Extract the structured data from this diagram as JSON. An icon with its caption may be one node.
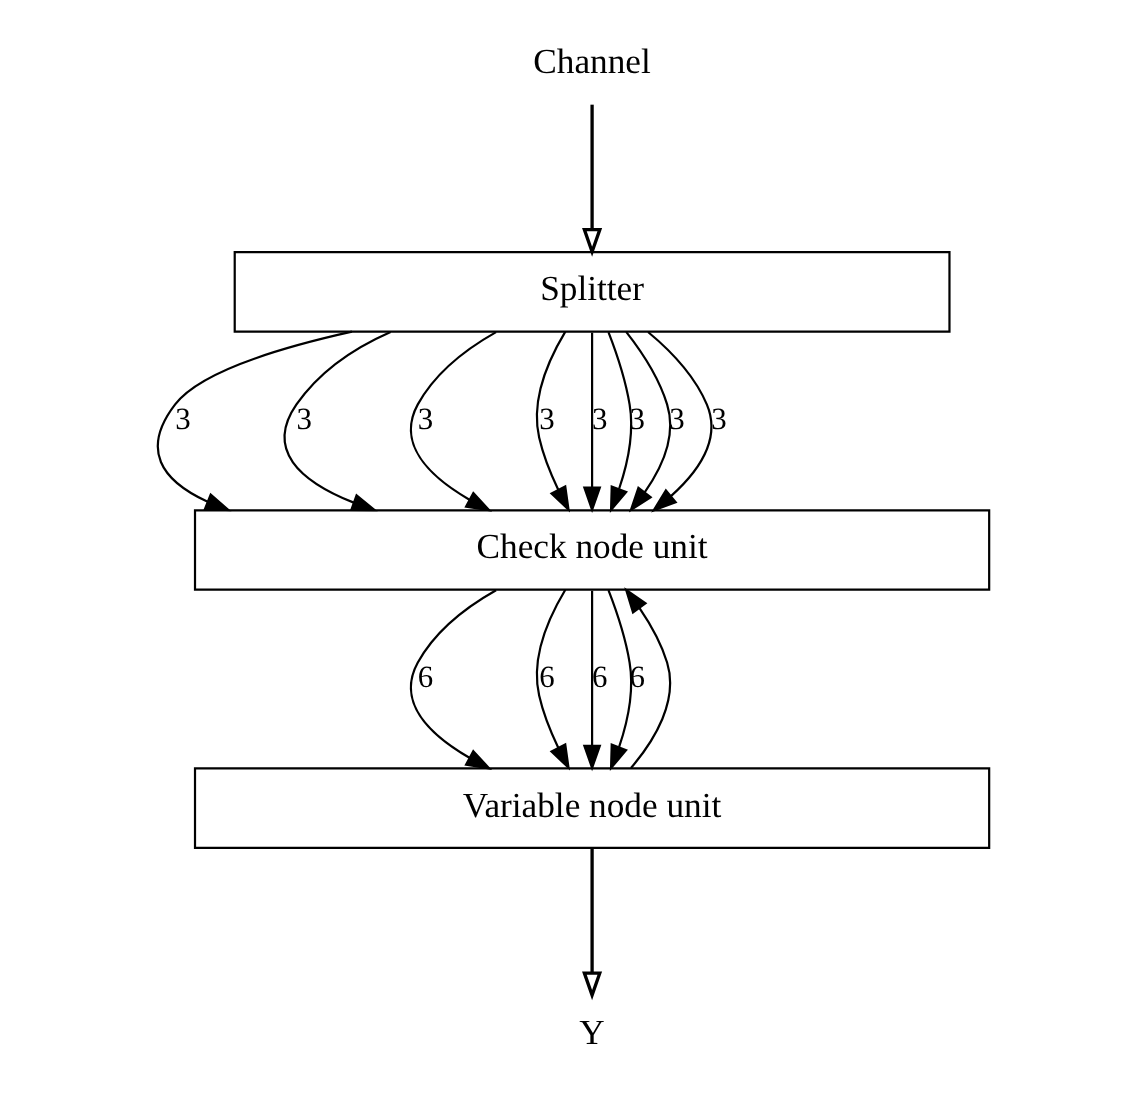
{
  "diagram": {
    "nodes": [
      {
        "text": [
          "Channel"
        ]
      },
      {
        "text": [
          "Splitter"
        ]
      },
      {
        "text": [
          "Check node unit"
        ]
      },
      {
        "text": [
          "Variable node unit"
        ]
      },
      {
        "text": [
          "Y"
        ]
      }
    ],
    "edges": [
      {
        "from": 0,
        "to": 1,
        "arrow": "to"
      },
      {
        "from": 1,
        "to": 2,
        "arrow": "to",
        "label": "3"
      },
      {
        "from": 1,
        "to": 2,
        "arrow": "to",
        "label": "3"
      },
      {
        "from": 1,
        "to": 2,
        "arrow": "to",
        "label": "3"
      },
      {
        "from": 1,
        "to": 2,
        "arrow": "to",
        "label": "3"
      },
      {
        "from": 1,
        "to": 2,
        "arrow": "to",
        "label": "3"
      },
      {
        "from": 1,
        "to": 2,
        "arrow": "to",
        "label": "3"
      },
      {
        "from": 1,
        "to": 2,
        "arrow": "to",
        "label": "3"
      },
      {
        "from": 1,
        "to": 2,
        "arrow": "to",
        "label": "3"
      },
      {
        "from": 2,
        "to": 3,
        "arrow": "to",
        "label": "6"
      },
      {
        "from": 2,
        "to": 3,
        "arrow": "to",
        "label": "6"
      },
      {
        "from": 2,
        "to": 3,
        "arrow": "to",
        "label": "6"
      },
      {
        "from": 2,
        "to": 3,
        "arrow": "to",
        "label": "6"
      },
      {
        "from": 3,
        "to": 4,
        "arrow": "to"
      },
      {
        "from": 3,
        "to": 2,
        "arrow": "to"
      }
    ]
  }
}
